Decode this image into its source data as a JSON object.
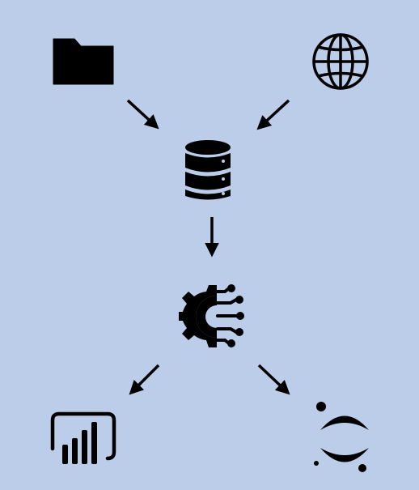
{
  "diagram": {
    "background": "#bccde9",
    "ink": "#000000",
    "nodes": [
      {
        "id": "source-files",
        "icon": "folder-icon"
      },
      {
        "id": "source-web",
        "icon": "globe-icon"
      },
      {
        "id": "data-store",
        "icon": "database-icon"
      },
      {
        "id": "processing",
        "icon": "gear-circuit-icon"
      },
      {
        "id": "output-bi-report",
        "icon": "power-bi-icon"
      },
      {
        "id": "output-notebook",
        "icon": "jupyter-icon"
      }
    ],
    "edges": [
      {
        "from": "source-files",
        "to": "data-store"
      },
      {
        "from": "source-web",
        "to": "data-store"
      },
      {
        "from": "data-store",
        "to": "processing"
      },
      {
        "from": "processing",
        "to": "output-bi-report"
      },
      {
        "from": "processing",
        "to": "output-notebook"
      }
    ]
  }
}
